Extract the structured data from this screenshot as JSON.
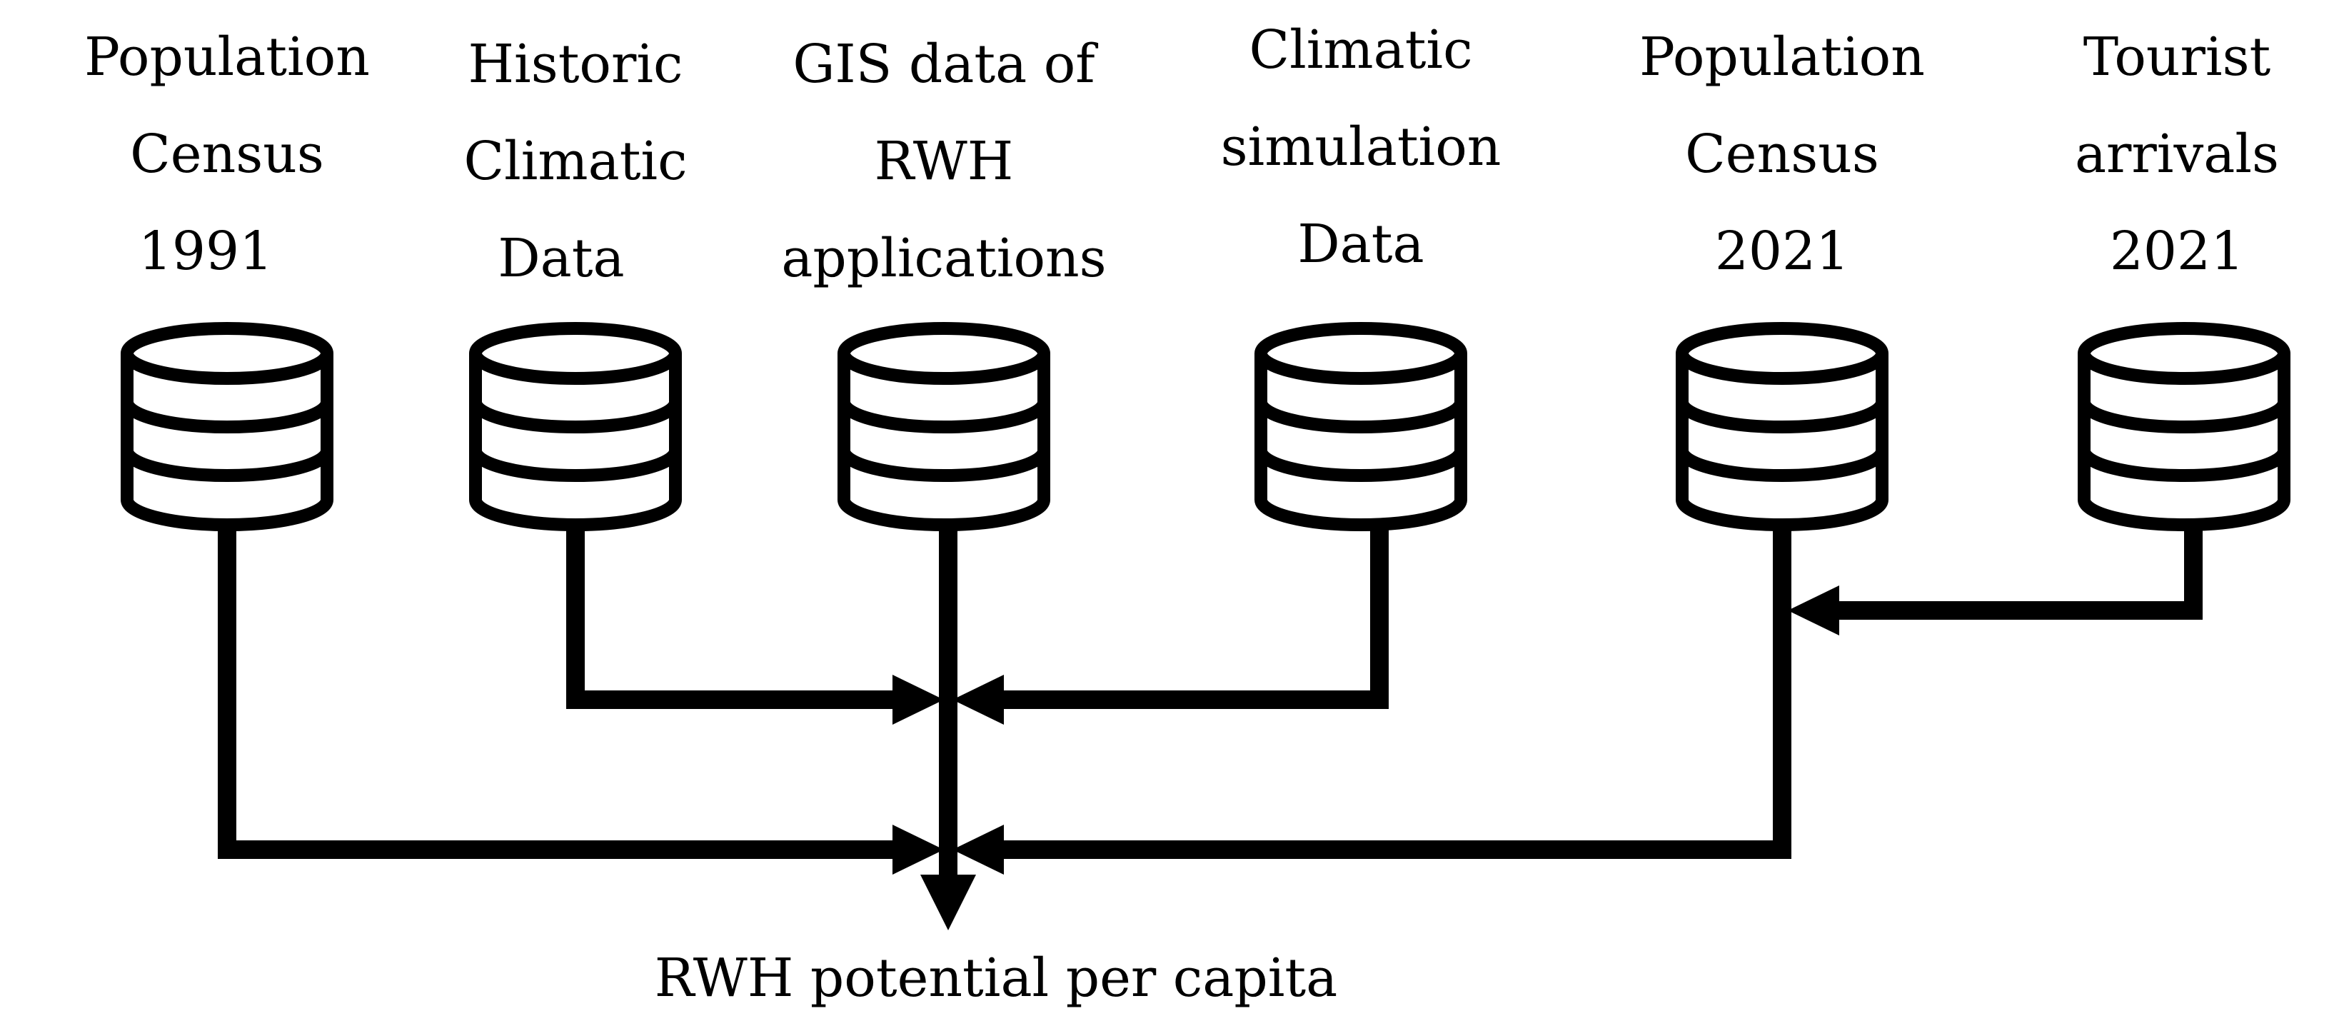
{
  "sources": [
    {
      "id": "pop1991",
      "lines": [
        "Population",
        "Census",
        "1991"
      ]
    },
    {
      "id": "historic",
      "lines": [
        "Historic",
        "Climatic",
        "Data"
      ]
    },
    {
      "id": "gis",
      "lines": [
        "GIS data of",
        "RWH",
        "applications"
      ]
    },
    {
      "id": "simulation",
      "lines": [
        "Climatic",
        "simulation",
        "Data"
      ]
    },
    {
      "id": "pop2021",
      "lines": [
        "Population",
        "Census",
        "2021"
      ]
    },
    {
      "id": "tourist",
      "lines": [
        "Tourist",
        "arrivals",
        "2021"
      ]
    }
  ],
  "output": {
    "label": "RWH potential per capita"
  },
  "icon": "database-icon",
  "colors": {
    "stroke": "#000000",
    "background": "#ffffff"
  }
}
